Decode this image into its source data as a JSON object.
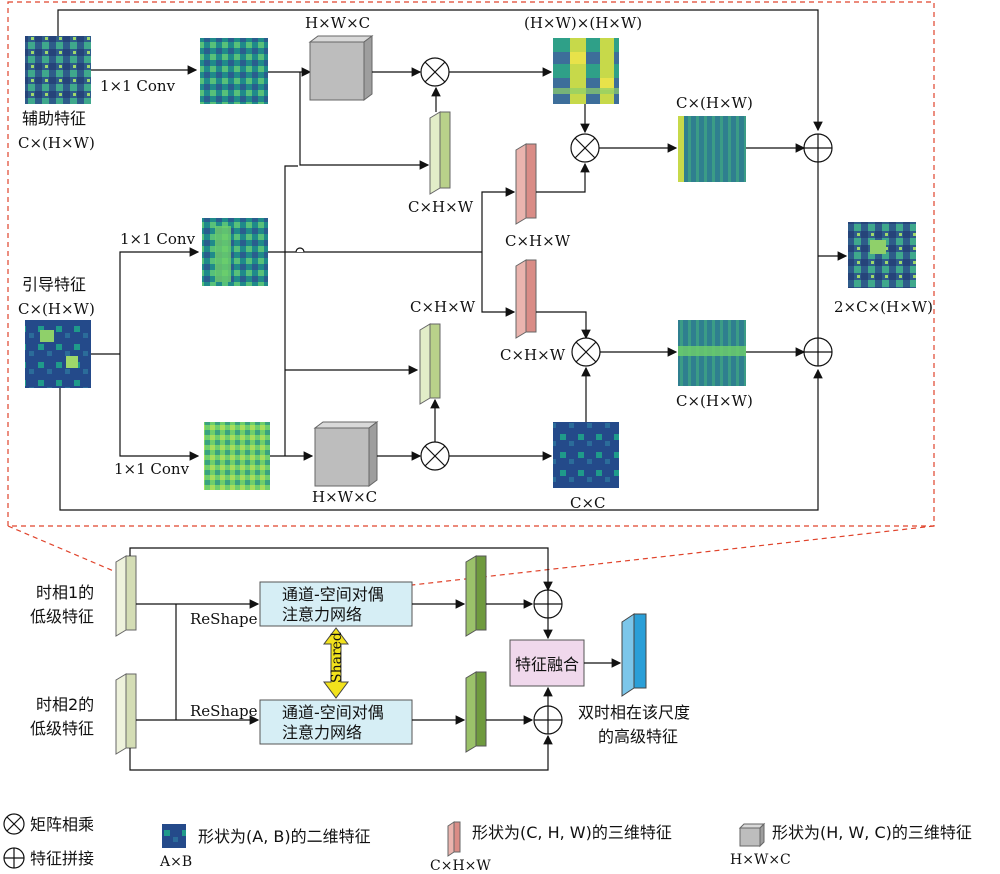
{
  "top": {
    "aux_feature_name": "辅助特征",
    "aux_feature_shape": "C×(H×W)",
    "guide_feature_name": "引导特征",
    "guide_feature_shape": "C×(H×W)",
    "conv_top": "1×1 Conv",
    "conv_mid": "1×1 Conv",
    "conv_bottom": "1×1 Conv",
    "hwc_top": "H×W×C",
    "hwc_bottom": "H×W×C",
    "hw_hw": "(H×W)×(H×W)",
    "c_hw_top": "C×(H×W)",
    "c_hw_bottom": "C×(H×W)",
    "chw_green_top": "C×H×W",
    "chw_green_mid": "C×H×W",
    "chw_pink_top": "C×H×W",
    "chw_pink_bottom": "C×H×W",
    "cxc": "C×C",
    "output_shape": "2×C×(H×W)"
  },
  "bottom": {
    "phase1_line1": "时相1的",
    "phase1_line2": "低级特征",
    "phase2_line1": "时相2的",
    "phase2_line2": "低级特征",
    "reshape1": "ReShape",
    "reshape2": "ReShape",
    "attn_line1": "通道-空间对偶",
    "attn_line2": "注意力网络",
    "shared": "Shared",
    "fusion": "特征融合",
    "output_line1": "双时相在该尺度",
    "output_line2": "的高级特征"
  },
  "legend": {
    "matmul": "矩阵相乘",
    "concat": "特征拼接",
    "feat2d": "形状为(A, B)的二维特征",
    "feat2d_shape": "A×B",
    "feat3d_chw": "形状为(C, H, W)的三维特征",
    "feat3d_chw_shape": "C×H×W",
    "feat3d_hwc": "形状为(H, W, C)的三维特征",
    "feat3d_hwc_shape": "H×W×C"
  },
  "colors": {
    "green_block": "#cfe0a8",
    "pink_block": "#d98c86",
    "grey_block": "#bdbdbd",
    "attn_box": "#d6eef5",
    "fusion_box": "#f0d8ec",
    "dark_green": "#6f9a3e",
    "blue_block": "#2a9fd8",
    "dashed_red": "#e0442c",
    "shared_arrow": "#f2e21c"
  }
}
